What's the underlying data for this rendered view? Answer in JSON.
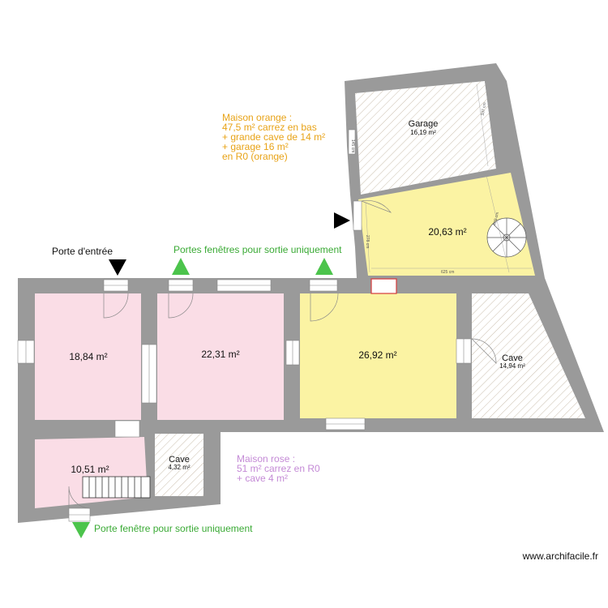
{
  "rooms": {
    "garage": {
      "name": "Garage",
      "area": "16,19 m²"
    },
    "upper_yellow": {
      "area": "20,63 m²"
    },
    "room1": {
      "area": "18,84 m²"
    },
    "room2": {
      "area": "22,31 m²"
    },
    "room3": {
      "area": "26,92 m²"
    },
    "cave_right": {
      "name": "Cave",
      "area": "14,94 m²"
    },
    "room_small": {
      "area": "10,51 m²"
    },
    "cave_small": {
      "name": "Cave",
      "area": "4,32 m²"
    }
  },
  "notes": {
    "orange": [
      "Maison orange :",
      "47,5 m² carrez en bas",
      "+ grande cave de 14 m²",
      "+ garage 16 m²",
      "en R0 (orange)"
    ],
    "pink": [
      "Maison rose :",
      "51 m² carrez en R0",
      "+ cave 4 m²"
    ],
    "entrance": "Porte d'entrée",
    "french_windows": "Portes fenêtres pour sortie uniquement",
    "french_window_single": "Porte fenêtre pour sortie uniquement"
  },
  "dimensions": {
    "garage_width": "337 cm",
    "garage_height": "145 cm",
    "upper_left": "278 cm",
    "upper_bottom": "625 cm",
    "upper_right": "409 cm"
  },
  "watermark": "www.archifacile.fr",
  "colors": {
    "wall": "#9a9a9a",
    "pink_room": "#fadde6",
    "yellow_room": "#fbf3a3",
    "hatch": "#c9b9a0",
    "arrow_black": "#000000",
    "arrow_green": "#4cc44c",
    "red_marker": "#d63a3a"
  }
}
